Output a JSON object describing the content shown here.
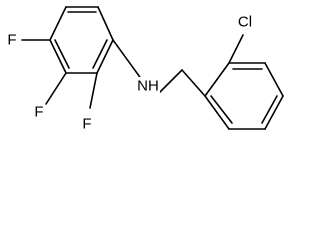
{
  "molecule": {
    "atom_labels": {
      "f_top": "F",
      "f_middle": "F",
      "f_bottom": "F",
      "nh": "NH",
      "cl": "Cl"
    },
    "colors": {
      "bond": "#000000",
      "text": "#000000",
      "background": "#ffffff"
    }
  }
}
